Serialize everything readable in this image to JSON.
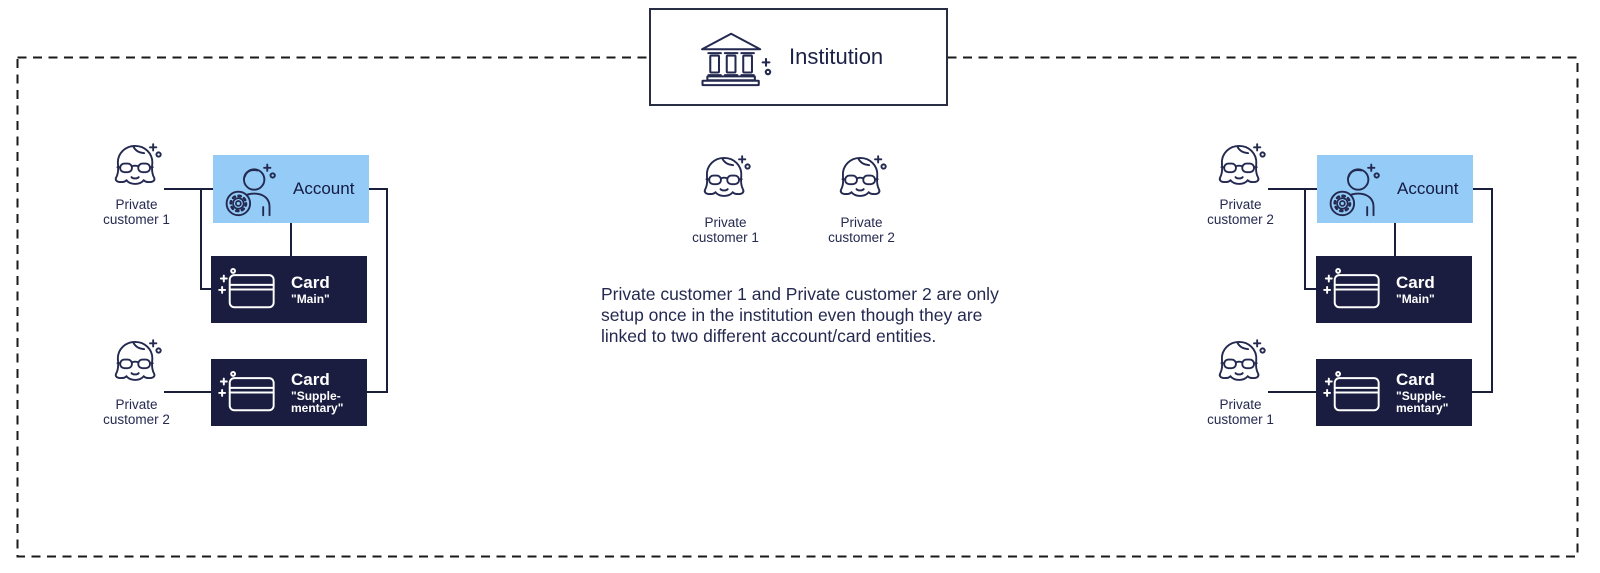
{
  "institution": {
    "label": "Institution",
    "icon": "bank-building-icon"
  },
  "note": "Private customer 1 and Private customer 2 are only\nsetup once in the institution even though they are\nlinked to two different account/card entities.",
  "center_customers": [
    {
      "label": "Private\ncustomer 1",
      "icon": "female-customer-icon"
    },
    {
      "label": "Private\ncustomer 2",
      "icon": "female-customer-icon"
    }
  ],
  "left_group": {
    "top_customer": "Private\ncustomer 1",
    "bottom_customer": "Private\ncustomer 2",
    "account_label": "Account",
    "cards": [
      {
        "title": "Card",
        "subtitle": "\"Main\""
      },
      {
        "title": "Card",
        "subtitle": "\"Supple-\nmentary\""
      }
    ],
    "connections": [
      "Private customer 1 – Account",
      "Private customer 1 – Card \"Main\"",
      "Account – Card \"Main\"",
      "Account – Card \"Supplementary\"",
      "Private customer 2 – Card \"Supplementary\""
    ]
  },
  "right_group": {
    "top_customer": "Private\ncustomer 2",
    "bottom_customer": "Private\ncustomer 1",
    "account_label": "Account",
    "cards": [
      {
        "title": "Card",
        "subtitle": "\"Main\""
      },
      {
        "title": "Card",
        "subtitle": "\"Supple-\nmentary\""
      }
    ],
    "connections": [
      "Private customer 2 – Account",
      "Private customer 2 – Card \"Main\"",
      "Account – Card \"Main\"",
      "Account – Card \"Supplementary\"",
      "Private customer 1 – Card \"Supplementary\""
    ]
  },
  "icons": {
    "institution": "bank-building-icon",
    "customer": "female-customer-icon",
    "account": "person-gear-icon",
    "card": "credit-card-icon"
  },
  "colors": {
    "account_bg": "#94CBF7",
    "card_bg": "#1A1D3F",
    "ink": "#242950",
    "connector": "#1B1F3B",
    "border_dash": "#1A1A1A",
    "card_text": "#FFFFFF",
    "background": "#FFFFFF"
  }
}
